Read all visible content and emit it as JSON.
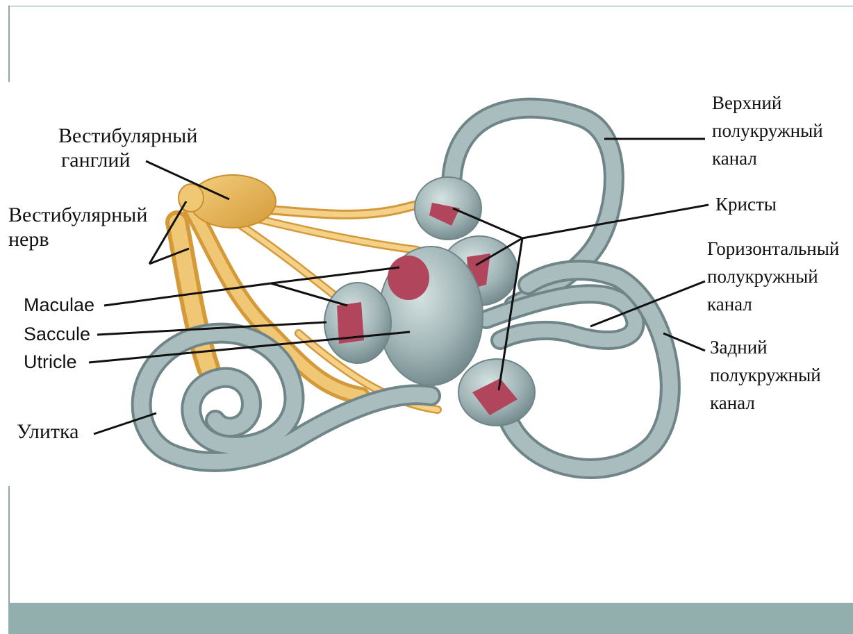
{
  "labels": {
    "vestibular_ganglion": [
      "Вестибулярный",
      "ганглий"
    ],
    "vestibular_nerve": [
      "Вестибулярный",
      "нерв"
    ],
    "maculae": "Maculae",
    "saccule": "Saccule",
    "utricle": "Utricle",
    "cochlea": "Улитка",
    "superior_canal": [
      "Верхний",
      "полукружный",
      "канал"
    ],
    "cristae": "Кристы",
    "horizontal_canal": [
      "Горизонтальный",
      "полукружный",
      "канал"
    ],
    "posterior_canal": [
      "Задний",
      "полукружный",
      "канал"
    ]
  },
  "colors": {
    "membrane": "#9fb3b5",
    "membrane_dark": "#6f8587",
    "membrane_light": "#cfdcdc",
    "nerve": "#e8b55a",
    "nerve_dark": "#c88f2e",
    "sensory": "#b0455c",
    "leader": "#111111",
    "footer": "#93afad"
  }
}
